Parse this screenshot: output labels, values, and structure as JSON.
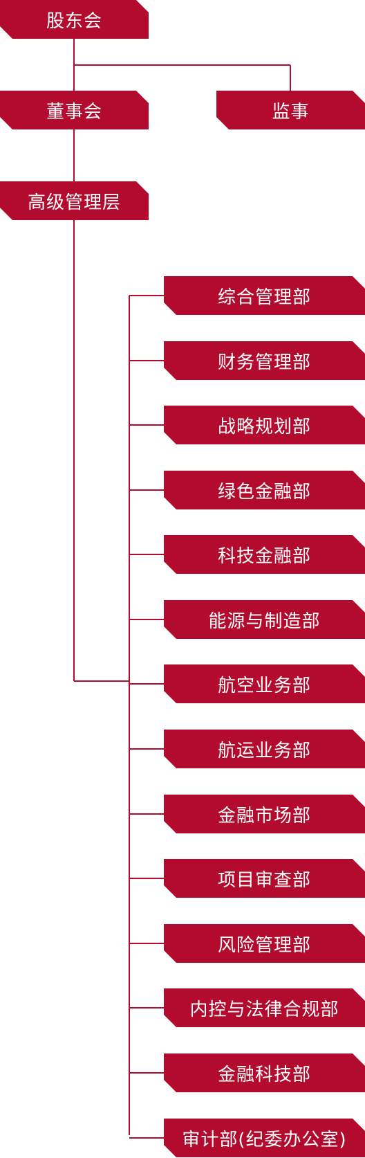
{
  "colors": {
    "node_fill": "#b20b2e",
    "node_text": "#ffffff",
    "line": "#b20b2e"
  },
  "governance": {
    "shareholders": "股东会",
    "board": "董事会",
    "supervisor": "监事",
    "management": "高级管理层"
  },
  "departments": [
    "综合管理部",
    "财务管理部",
    "战略规划部",
    "绿色金融部",
    "科技金融部",
    "能源与制造部",
    "航空业务部",
    "航运业务部",
    "金融市场部",
    "项目审查部",
    "风险管理部",
    "内控与法律合规部",
    "金融科技部",
    "审计部(纪委办公室)"
  ]
}
